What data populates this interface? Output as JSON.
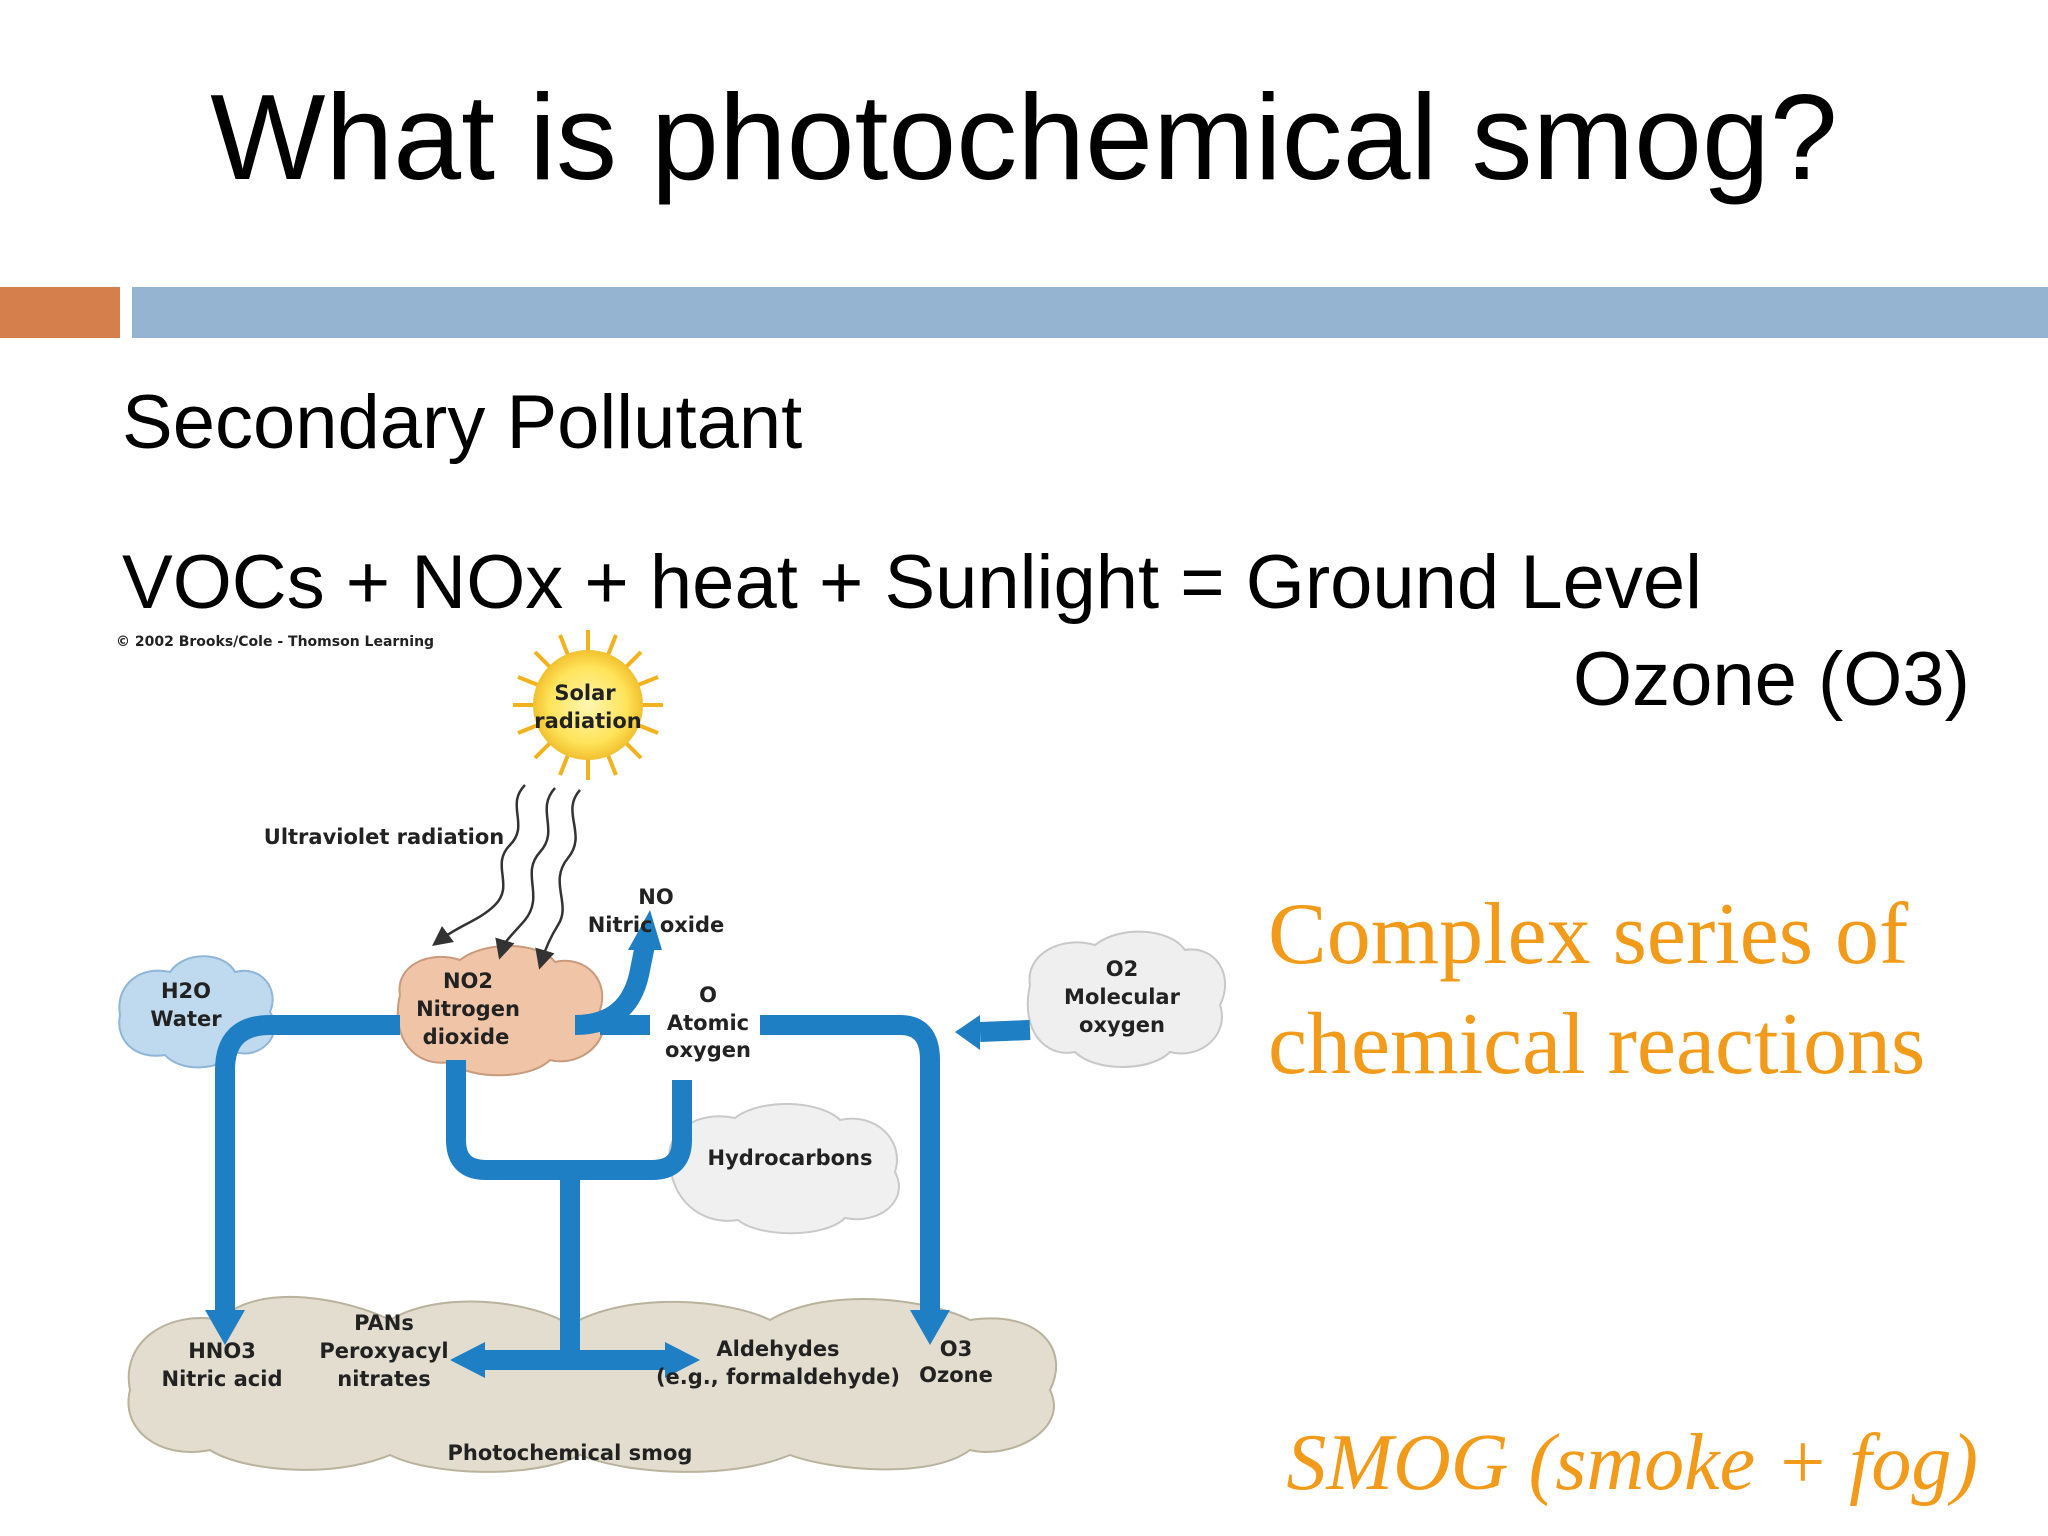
{
  "slide": {
    "title": "What is photochemical smog?",
    "subtitle": "Secondary Pollutant",
    "equation_line1": "VOCs + NOx + heat + Sunlight = Ground Level",
    "equation_line2": "Ozone (O3)",
    "side_text": "Complex series of chemical reactions",
    "smog_definition": "SMOG (smoke + fog)"
  },
  "colors": {
    "accent_orange": "#D5804C",
    "accent_blue": "#95B4D2",
    "text_orange": "#F29A1A",
    "arrow_blue": "#1F7FC4"
  },
  "diagram": {
    "copyright": "© 2002 Brooks/Cole - Thomson Learning",
    "solar": [
      "Solar",
      "radiation"
    ],
    "uv": "Ultraviolet radiation",
    "no": [
      "NO",
      "Nitric oxide"
    ],
    "water": [
      "H2O",
      "Water"
    ],
    "no2": [
      "NO2",
      "Nitrogen",
      "dioxide"
    ],
    "o": [
      "O",
      "Atomic",
      "oxygen"
    ],
    "o2": [
      "O2",
      "Molecular",
      "oxygen"
    ],
    "hydrocarbons": "Hydrocarbons",
    "hno3": [
      "HNO3",
      "Nitric acid"
    ],
    "pans": [
      "PANs",
      "Peroxyacyl",
      "nitrates"
    ],
    "aldehydes": [
      "Aldehydes",
      "(e.g., formaldehyde)"
    ],
    "o3": [
      "O3",
      "Ozone"
    ],
    "smog": "Photochemical smog"
  }
}
